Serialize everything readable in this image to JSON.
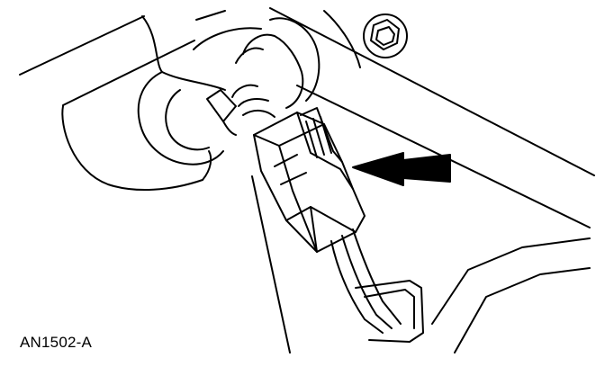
{
  "figure": {
    "id_label": "AN1502-A",
    "colors": {
      "ink": "#000000",
      "paper": "#ffffff"
    },
    "callout": {
      "icon": "solid-pointing-arrow",
      "points_to": "wiring-connector"
    }
  }
}
